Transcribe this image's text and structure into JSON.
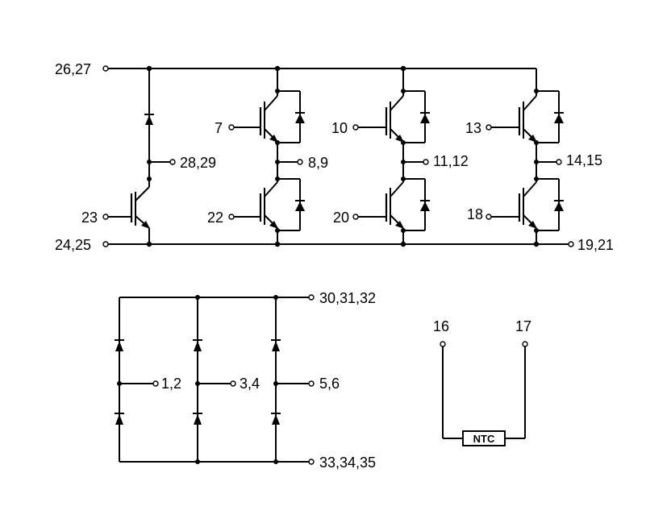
{
  "pins": {
    "p26_27": "26,27",
    "p24_25": "24,25",
    "p23": "23",
    "p28_29": "28,29",
    "p7": "7",
    "p22": "22",
    "p8_9": "8,9",
    "p10": "10",
    "p20": "20",
    "p11_12": "11,12",
    "p13": "13",
    "p18": "18",
    "p14_15": "14,15",
    "p19_21": "19,21",
    "p30_31_32": "30,31,32",
    "p33_34_35": "33,34,35",
    "p1_2": "1,2",
    "p3_4": "3,4",
    "p5_6": "5,6",
    "p16": "16",
    "p17": "17"
  },
  "ntc": {
    "label": "NTC"
  }
}
